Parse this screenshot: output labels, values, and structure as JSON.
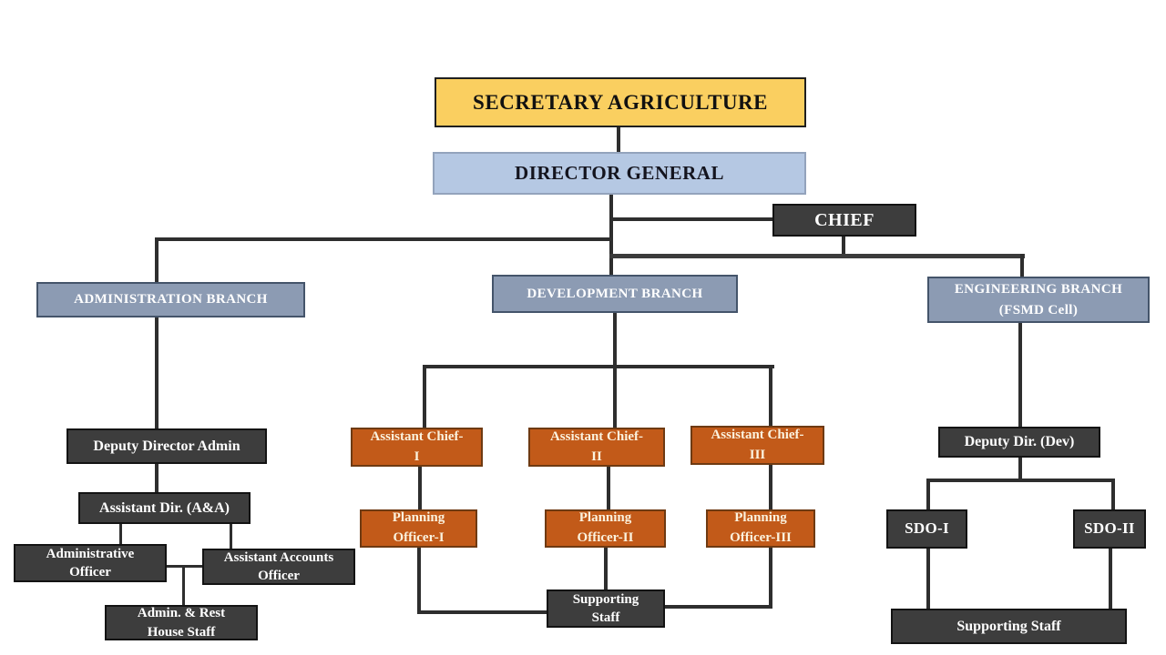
{
  "org": {
    "secretary": "SECRETARY AGRICULTURE",
    "director_general": "DIRECTOR GENERAL",
    "chief": "CHIEF",
    "branches": {
      "administration": "ADMINISTRATION BRANCH",
      "development": "DEVELOPMENT BRANCH",
      "engineering": {
        "line1": "ENGINEERING BRANCH",
        "line2": "(FSMD Cell)"
      }
    },
    "administration": {
      "deputy_director_admin": "Deputy Director Admin",
      "assistant_dir_aa": "Assistant Dir. (A&A)",
      "administrative_officer": {
        "line1": "Administrative",
        "line2": "Officer"
      },
      "assistant_accounts_officer": {
        "line1": "Assistant Accounts",
        "line2": "Officer"
      },
      "admin_rest_house_staff": {
        "line1": "Admin. & Rest",
        "line2": "House Staff"
      }
    },
    "development": {
      "assistant_chiefs": [
        {
          "line1": "Assistant Chief-",
          "line2": "I"
        },
        {
          "line1": "Assistant Chief-",
          "line2": "II"
        },
        {
          "line1": "Assistant Chief-",
          "line2": "III"
        }
      ],
      "planning_officers": [
        {
          "line1": "Planning",
          "line2": "Officer-I"
        },
        {
          "line1": "Planning",
          "line2": "Officer-II"
        },
        {
          "line1": "Planning",
          "line2": "Officer-III"
        }
      ],
      "supporting_staff": {
        "line1": "Supporting",
        "line2": "Staff"
      }
    },
    "engineering": {
      "deputy_dir_dev": "Deputy Dir. (Dev)",
      "sdo_1": "SDO-I",
      "sdo_2": "SDO-II",
      "supporting_staff": "Supporting Staff"
    }
  },
  "colors": {
    "secretary_fill": "#FACF60",
    "director_general_fill": "#B5C8E3",
    "branch_fill": "#8C9BB3",
    "dark_fill": "#3D3D3D",
    "orange_fill": "#C25A19",
    "orange_text": "#FBF2DE",
    "connector": "#2E2E2E"
  }
}
